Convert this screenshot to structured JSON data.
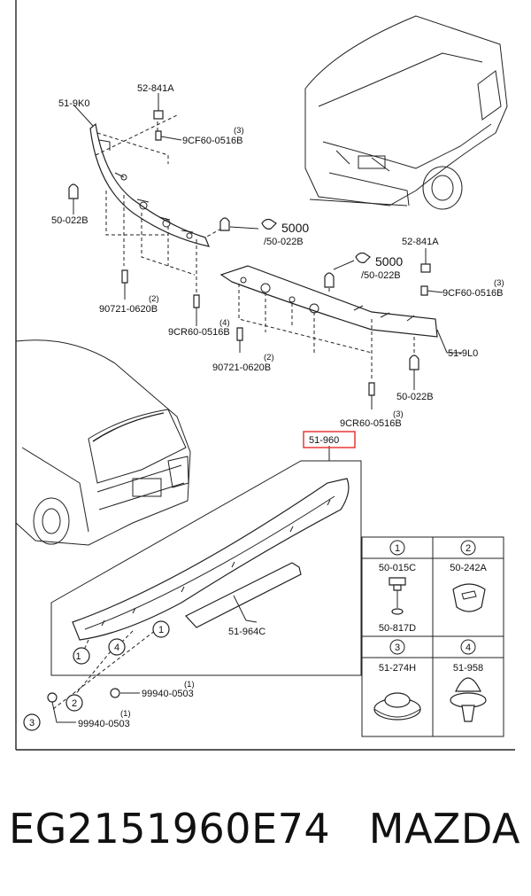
{
  "diagram": {
    "labels": {
      "p51_9k0": "51-9K0",
      "p52_841a_top": "52-841A",
      "p9cf60_top": "9CF60-0516B",
      "p9cf60_top_qty": "(3)",
      "p50_022b_left": "50-022B",
      "p5000_a": "5000",
      "p50_022b_a": "/50-022B",
      "p90721_left": "90721-0620B",
      "p90721_left_qty": "(2)",
      "p9cr60_left": "9CR60-0516B",
      "p9cr60_left_qty": "(4)",
      "p52_841a_right": "52-841A",
      "p5000_b": "5000",
      "p50_022b_b": "/50-022B",
      "p9cf60_right": "9CF60-0516B",
      "p9cf60_right_qty": "(3)",
      "p51_9l0": "51-9L0",
      "p90721_mid": "90721-0620B",
      "p90721_mid_qty": "(2)",
      "p50_022b_right": "50-022B",
      "p9cr60_mid": "9CR60-0516B",
      "p9cr60_mid_qty": "(3)",
      "p51_960": "51-960",
      "p51_964c": "51-964C",
      "p99940_a": "99940-0503",
      "p99940_a_qty": "(1)",
      "p99940_b": "99940-0503",
      "p99940_b_qty": "(1)",
      "c1": "1",
      "c2": "2",
      "c3": "3",
      "c4": "4"
    },
    "legend": {
      "n1": "1",
      "n2": "2",
      "n3": "3",
      "n4": "4",
      "p1a": "50-015C",
      "p1b": "50-817D",
      "p2": "50-242A",
      "p3": "51-274H",
      "p4": "51-958"
    },
    "highlight_color": "#e53935"
  },
  "caption": {
    "part_number": "EG2151960E74",
    "brand": "MAZDA"
  }
}
